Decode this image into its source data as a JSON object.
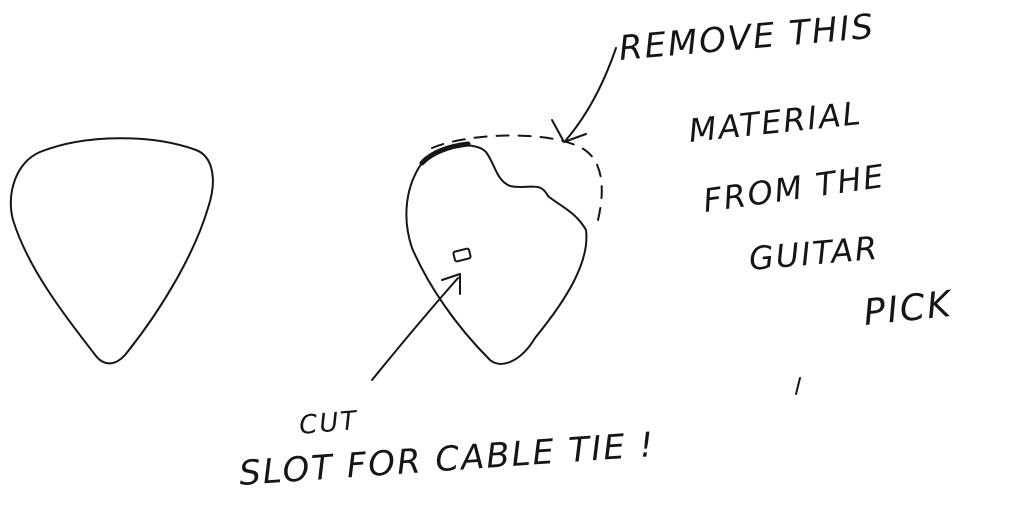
{
  "annotations": {
    "remove_line1": "REMOVE THIS",
    "remove_line2": "MATERIAL",
    "remove_line3": "FROM THE",
    "remove_line4": "GUITAR",
    "remove_line5": "PICK",
    "cut_line1": "CUT",
    "cut_line2": "SLOT FOR CABLE TIE !"
  },
  "colors": {
    "ink": "#151515",
    "paper": "#ffffff"
  }
}
